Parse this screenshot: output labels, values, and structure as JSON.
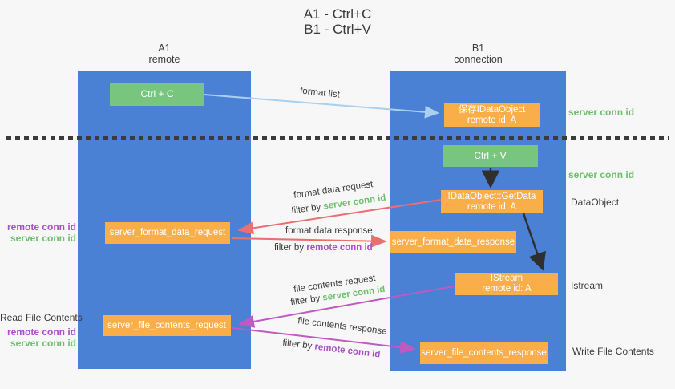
{
  "title": {
    "line1": "A1 - Ctrl+C",
    "line2": "B1 - Ctrl+V"
  },
  "lanes": {
    "left": {
      "name": "A1",
      "type": "remote"
    },
    "right": {
      "name": "B1",
      "type": "connection"
    }
  },
  "nodes": {
    "ctrl_c": {
      "label": "Ctrl + C"
    },
    "save_dataobject": {
      "line1": "保存IDataObject",
      "line2": "remote id: A"
    },
    "ctrl_v": {
      "label": "Ctrl + V"
    },
    "getdata": {
      "line1": "IDataObject::GetData",
      "line2": "remote id: A"
    },
    "format_request": {
      "label": "server_format_data_request"
    },
    "format_response": {
      "label": "server_format_data_response"
    },
    "istream": {
      "line1": "IStream",
      "line2": "remote id: A"
    },
    "file_request": {
      "label": "server_file_contents_request"
    },
    "file_response": {
      "label": "server_file_contents_response"
    }
  },
  "side_labels": {
    "server_conn_id_top": "server conn id",
    "server_conn_id_mid": "server conn id",
    "dataobject": "DataObject",
    "istream": "Istream",
    "write_file_contents": "Write File Contents",
    "read_file_contents": "Read File Contents",
    "remote_conn_id": "remote conn id",
    "server_conn_id": "server conn id"
  },
  "edge_labels": {
    "format_list": "format list",
    "format_data_request": "format data request",
    "format_data_response": "format data response",
    "file_contents_request": "file contents request",
    "file_contents_response": "file contents response",
    "filter_by": "filter by",
    "server_conn_id": "server conn id",
    "remote_conn_id": "remote conn id"
  },
  "colors": {
    "background": "#f7f7f7",
    "lane_blue": "#4a81d5",
    "node_orange": "#f9ae49",
    "node_green": "#77c57e",
    "green_text": "#6cc06c",
    "purple_text": "#ab4fc8",
    "red_arrow": "#e87070",
    "magenta_arrow": "#c05ac0",
    "blue_arrow": "#a9d0ef",
    "black_arrow": "#2f2f2f"
  }
}
